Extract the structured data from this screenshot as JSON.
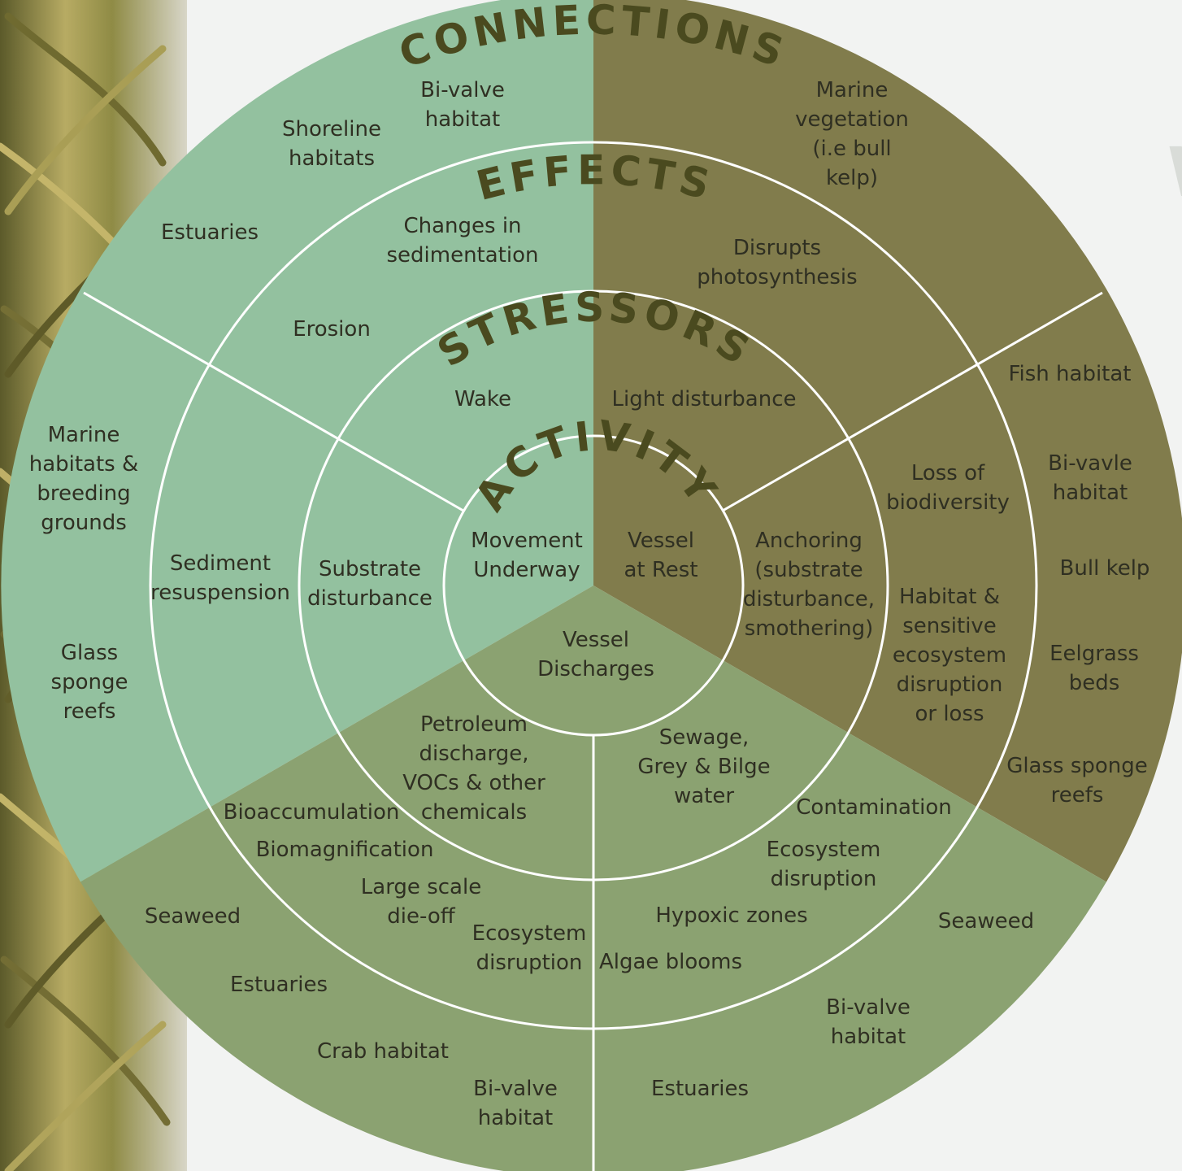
{
  "colors": {
    "background": "#f2f3f2",
    "sector_movement": "#93c19f",
    "sector_rest": "#817c4c",
    "sector_discharges": "#8ba271",
    "ring_divider": "#ffffff",
    "title_text": "#4a4a1f",
    "label_text": "#2f2f22"
  },
  "ring_titles": {
    "connections": "CONNECTIONS",
    "effects": "EFFECTS",
    "stressors": "STRESSORS",
    "activity": "ACTIVITY"
  },
  "edge_glyph": "W",
  "activity": {
    "movement": [
      "Movement",
      "Underway"
    ],
    "rest": [
      "Vessel",
      "at Rest"
    ],
    "discharges": [
      "Vessel",
      "Discharges"
    ]
  },
  "stressors": {
    "wake": [
      "Wake"
    ],
    "light": [
      "Light disturbance"
    ],
    "substrate": [
      "Substrate",
      "disturbance"
    ],
    "anchoring": [
      "Anchoring",
      "(substrate",
      "disturbance,",
      "smothering)"
    ],
    "petroleum": [
      "Petroleum",
      "discharge,",
      "VOCs & other",
      "chemicals"
    ],
    "sewage": [
      "Sewage,",
      "Grey & Bilge",
      "water"
    ]
  },
  "effects": {
    "sedimentation": [
      "Changes in",
      "sedimentation"
    ],
    "erosion": [
      "Erosion"
    ],
    "resuspension": [
      "Sediment",
      "resuspension"
    ],
    "photosynthesis": [
      "Disrupts",
      "photosynthesis"
    ],
    "biodiversity": [
      "Loss of",
      "biodiversity"
    ],
    "habitat_loss": [
      "Habitat &",
      "sensitive",
      "ecosystem",
      "disruption",
      "or loss"
    ],
    "bioaccumulation": [
      "Bioaccumulation"
    ],
    "biomagnification": [
      "Biomagnification"
    ],
    "dieoff": [
      "Large scale",
      "die-off"
    ],
    "ecosystem_left": [
      "Ecosystem",
      "disruption"
    ],
    "contamination": [
      "Contamination"
    ],
    "ecosystem_right": [
      "Ecosystem",
      "disruption"
    ],
    "hypoxic": [
      "Hypoxic zones"
    ],
    "algae": [
      "Algae blooms"
    ]
  },
  "connections": {
    "bivalve_top": [
      "Bi-valve",
      "habitat"
    ],
    "shoreline": [
      "Shoreline",
      "habitats"
    ],
    "estuaries_top": [
      "Estuaries"
    ],
    "marine_habitats": [
      "Marine",
      "habitats &",
      "breeding",
      "grounds"
    ],
    "glass_left": [
      "Glass",
      "sponge",
      "reefs"
    ],
    "marine_vegetation": [
      "Marine",
      "vegetation",
      "(i.e bull",
      "kelp)"
    ],
    "fish": [
      "Fish habitat"
    ],
    "bivavle": [
      "Bi-vavle",
      "habitat"
    ],
    "bull_kelp": [
      "Bull kelp"
    ],
    "eelgrass": [
      "Eelgrass",
      "beds"
    ],
    "glass_right": [
      "Glass sponge",
      "reefs"
    ],
    "seaweed_left": [
      "Seaweed"
    ],
    "estuaries_left": [
      "Estuaries"
    ],
    "crab": [
      "Crab habitat"
    ],
    "bivalve_bottom": [
      "Bi-valve",
      "habitat"
    ],
    "seaweed_right": [
      "Seaweed"
    ],
    "bivalve_right": [
      "Bi-valve",
      "habitat"
    ],
    "estuaries_bottom": [
      "Estuaries"
    ]
  }
}
